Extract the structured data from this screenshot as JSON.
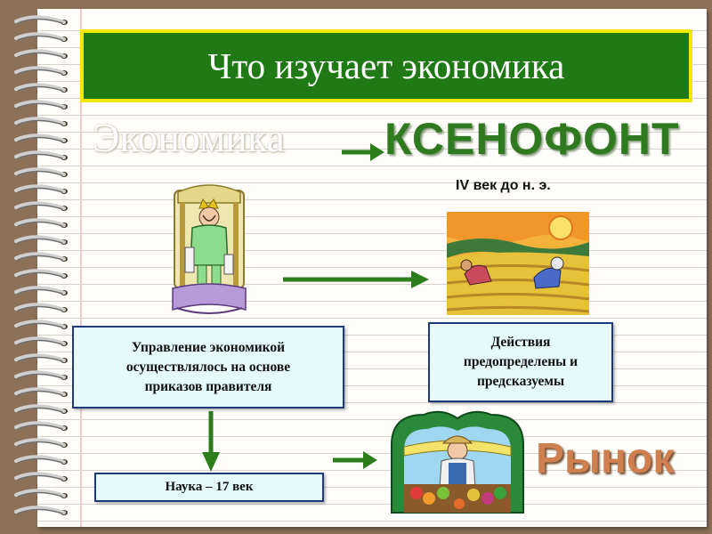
{
  "title": "Что изучает экономика",
  "word_economy": "Экономика",
  "word_xenophon": "КСЕНОФОНТ",
  "century": "IV век до н. э.",
  "box_left": {
    "line1": "Управление экономикой",
    "line2": "осуществлялось на основе",
    "line3": "приказов правителя"
  },
  "box_right": {
    "line1": "Действия",
    "line2": "предопределены и",
    "line3": "предсказуемы"
  },
  "box_bottom": "Наука – 17 век",
  "word_market": "Рынок",
  "colors": {
    "title_bg": "#1f7a16",
    "title_border": "#f5e800",
    "arrow": "#2e7d1d",
    "box_bg": "#e5fafb",
    "box_border": "#1f3a78",
    "market": "#d07f4e"
  }
}
